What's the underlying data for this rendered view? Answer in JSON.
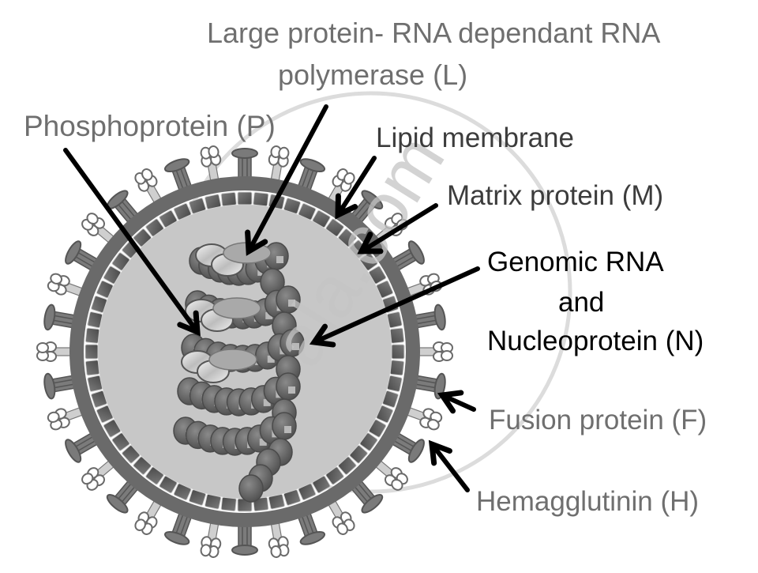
{
  "diagram": {
    "title": "Structure of a paramyxovirus (measles virus) particle",
    "colors": {
      "background": "#ffffff",
      "core_fill": "#c7c7c7",
      "membrane": "#6a6a6a",
      "matrix_block": "#5a5a5a",
      "nucleoprotein": "#606060",
      "phosphoprotein": "#e4e4e4",
      "polymerase": "#a9a9a9",
      "arrow": "#000000",
      "watermark": "#d9d9d9",
      "label_gray": "#6f6f6f",
      "label_black": "#000000"
    },
    "labels": {
      "polymerase_line1": "Large protein- RNA dependant RNA",
      "polymerase_line2": "polymerase (L)",
      "phosphoprotein": "Phosphoprotein (P)",
      "lipid_membrane": "Lipid membrane",
      "matrix_protein": "Matrix protein (M)",
      "genomic_line1": "Genomic  RNA",
      "genomic_line2": "and",
      "genomic_line3": "Nucleoprotein (N)",
      "fusion_protein": "Fusion protein (F)",
      "hemagglutinin": "Hemagglutinin (H)"
    },
    "components": [
      {
        "id": "L",
        "name": "Large protein (RNA dependant RNA polymerase)",
        "icon": "polymerase-ellipse"
      },
      {
        "id": "P",
        "name": "Phosphoprotein",
        "icon": "phosphoprotein-ellipse"
      },
      {
        "id": "membrane",
        "name": "Lipid membrane",
        "icon": "membrane-ring"
      },
      {
        "id": "M",
        "name": "Matrix protein",
        "icon": "matrix-block"
      },
      {
        "id": "N",
        "name": "Genomic RNA and Nucleoprotein",
        "icon": "nucleoprotein-bead"
      },
      {
        "id": "F",
        "name": "Fusion protein",
        "icon": "fusion-spike"
      },
      {
        "id": "H",
        "name": "Hemagglutinin",
        "icon": "hemagglutinin-spike"
      }
    ],
    "watermark": "ala.com"
  }
}
